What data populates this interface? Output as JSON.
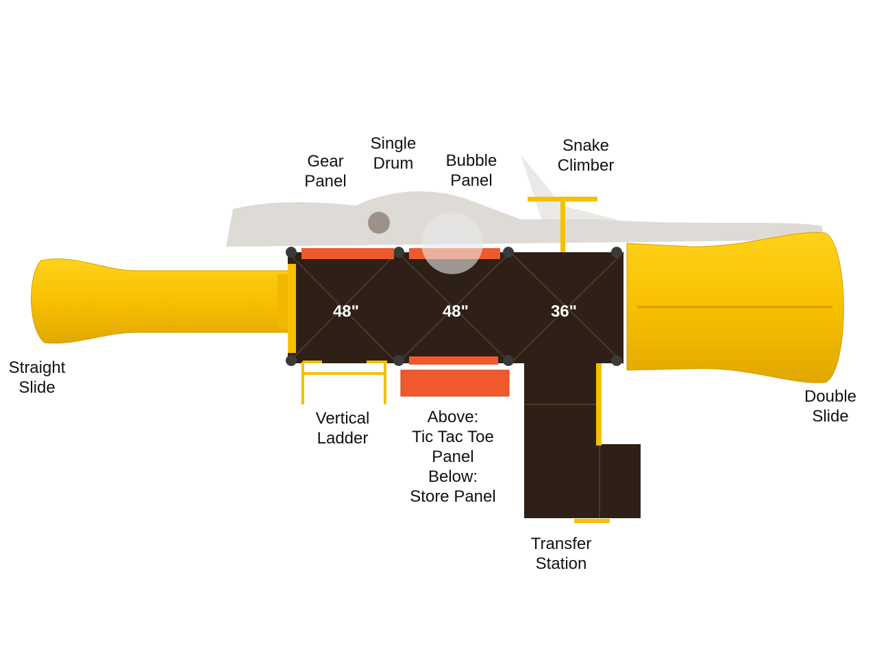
{
  "title": "Playground top view",
  "colors": {
    "slide": "#f5c000",
    "deck": "#2e2016",
    "panel": "#ee5a2c",
    "shadow": "#d9d6d2",
    "text": "#111111"
  },
  "deck_heights": [
    "48\"",
    "48\"",
    "36\""
  ],
  "labels": {
    "gear_panel": [
      "Gear",
      "Panel"
    ],
    "single_drum": [
      "Single",
      "Drum"
    ],
    "bubble_panel": [
      "Bubble",
      "Panel"
    ],
    "snake_climber": [
      "Snake",
      "Climber"
    ],
    "straight_slide": [
      "Straight",
      "Slide"
    ],
    "vertical_ladder": [
      "Vertical",
      "Ladder"
    ],
    "tic_tac_toe": [
      "Above:",
      "Tic Tac Toe",
      "Panel",
      "Below:",
      "Store Panel"
    ],
    "transfer_station": [
      "Transfer",
      "Station"
    ],
    "double_slide": [
      "Double",
      "Slide"
    ]
  }
}
